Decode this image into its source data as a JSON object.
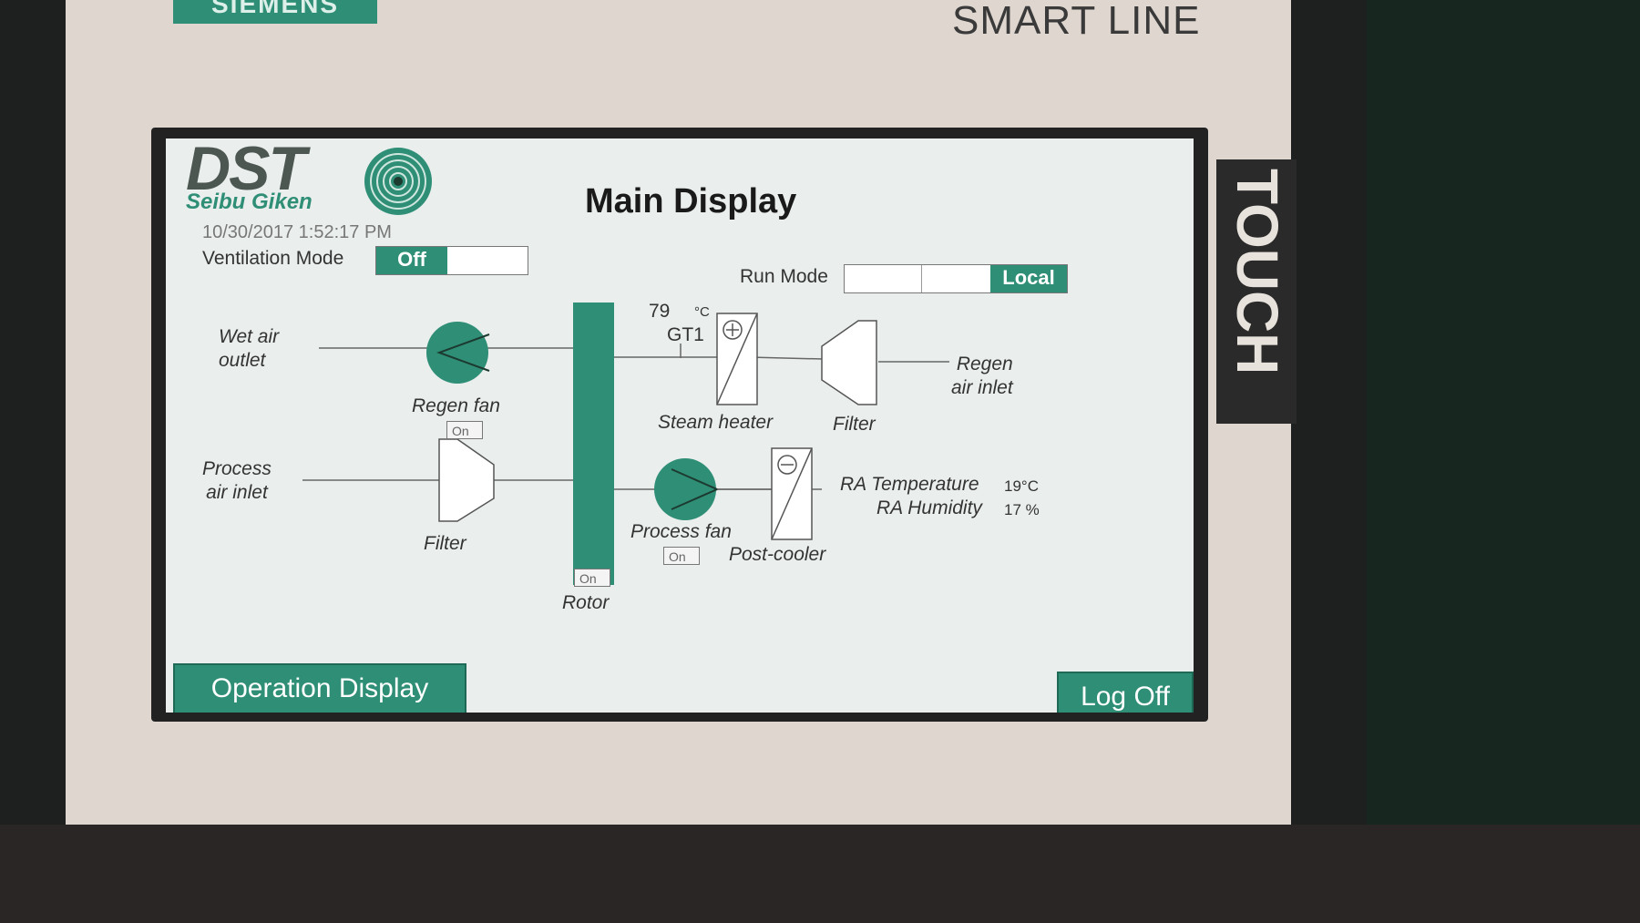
{
  "device": {
    "brand": "SIEMENS",
    "model": "SMART LINE",
    "touch_label": "TOUCH"
  },
  "screen": {
    "logo_text": "DST",
    "logo_subtext": "Seibu Giken",
    "title": "Main Display",
    "datetime": "10/30/2017 1:52:17 PM",
    "ventilation_mode": {
      "label": "Ventilation Mode",
      "value": "Off"
    },
    "run_mode": {
      "label": "Run Mode",
      "value": "Local"
    },
    "diagram": {
      "wet_air_outlet": "Wet air\noutlet",
      "regen_fan": {
        "label": "Regen fan",
        "status": "On"
      },
      "rotor": {
        "label": "Rotor",
        "status": "On"
      },
      "gt1": {
        "value": "79",
        "unit": "°C",
        "label": "GT1"
      },
      "steam_heater": "Steam heater",
      "filter_top": "Filter",
      "regen_air_inlet": "Regen\nair inlet",
      "process_air_inlet": "Process\nair inlet",
      "filter_bottom": "Filter",
      "process_fan": {
        "label": "Process fan",
        "status": "On"
      },
      "post_cooler": "Post-cooler",
      "ra_temperature": {
        "label": "RA Temperature",
        "value": "19",
        "unit": "°C"
      },
      "ra_humidity": {
        "label": "RA Humidity",
        "value": "17",
        "unit": "%"
      }
    },
    "buttons": {
      "operation_display": "Operation Display",
      "log_off": "Log Off"
    }
  },
  "colors": {
    "accent": "#2f8e76",
    "screen_bg": "#eaeeed",
    "device_bg": "#ded6cf"
  }
}
